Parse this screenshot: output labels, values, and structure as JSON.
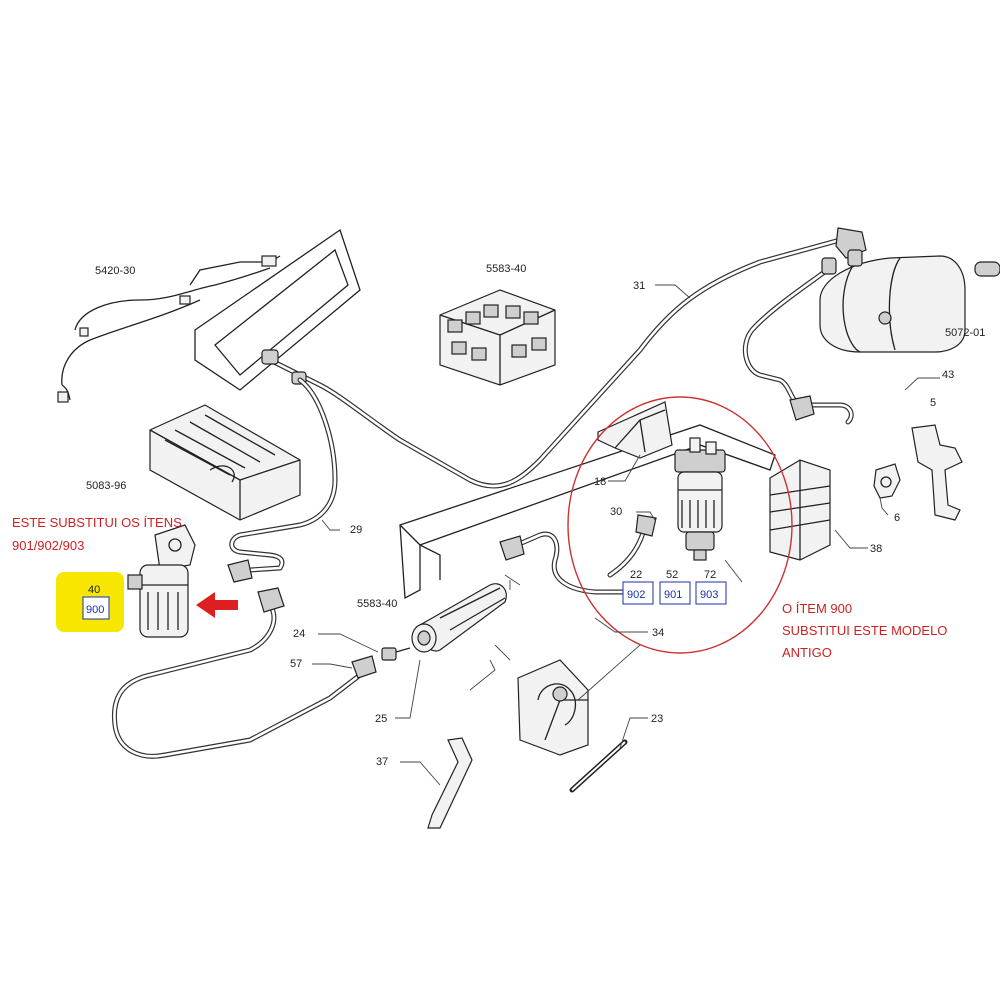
{
  "labels": {
    "p5420": "5420-30",
    "p5583a": "5583-40",
    "p31": "31",
    "p5072": "5072-01",
    "p43": "43",
    "p5": "5",
    "p5083": "5083-96",
    "p18": "18",
    "p30": "30",
    "p29": "29",
    "p6": "6",
    "p38": "38",
    "p22": "22",
    "p52": "52",
    "p72": "72",
    "p40": "40",
    "p5583b": "5583-40",
    "p34": "34",
    "p24": "24",
    "p57": "57",
    "p25": "25",
    "p23": "23",
    "p37": "37"
  },
  "boxes": {
    "b900": "900",
    "b902": "902",
    "b901": "901",
    "b903": "903"
  },
  "notes": {
    "left_line1": "ESTE SUBSTITUI OS ÍTENS",
    "left_line2": "901/902/903",
    "right_line1": "O ÍTEM 900",
    "right_line2": "SUBSTITUI ESTE MODELO",
    "right_line3": "ANTIGO"
  },
  "colors": {
    "note": "#cc2222",
    "highlight": "#f7e600",
    "box_text": "#1a2fb0",
    "circle": "#cc3333",
    "arrow": "#dd1f1f"
  }
}
